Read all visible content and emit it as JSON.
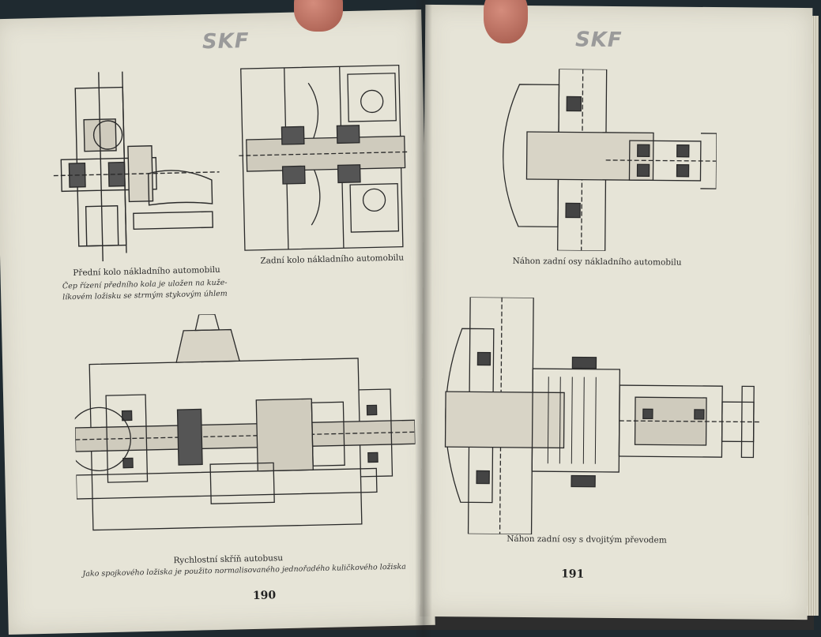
{
  "left_page": {
    "logo": "SKF",
    "caption_front_wheel": "Přední kolo nákladního automobilu",
    "caption_front_wheel_note_1": "Čep řízení předního kola je uložen na kuže-",
    "caption_front_wheel_note_2": "líkovém ložisku se strmým stykovým úhlem",
    "caption_rear_wheel": "Zadní kolo nákladního automobilu",
    "caption_gearbox": "Rychlostní skříň autobusu",
    "caption_gearbox_note": "Jako spojkového ložiska je použito normalisovaného jednořadého kuličkového ložiska",
    "page_number": "190"
  },
  "right_page": {
    "logo": "SKF",
    "caption_rear_axle": "Náhon zadní osy nákladního automobilu",
    "caption_rear_axle_double": "Náhon zadní osy s dvojitým převodem",
    "page_number": "191"
  }
}
